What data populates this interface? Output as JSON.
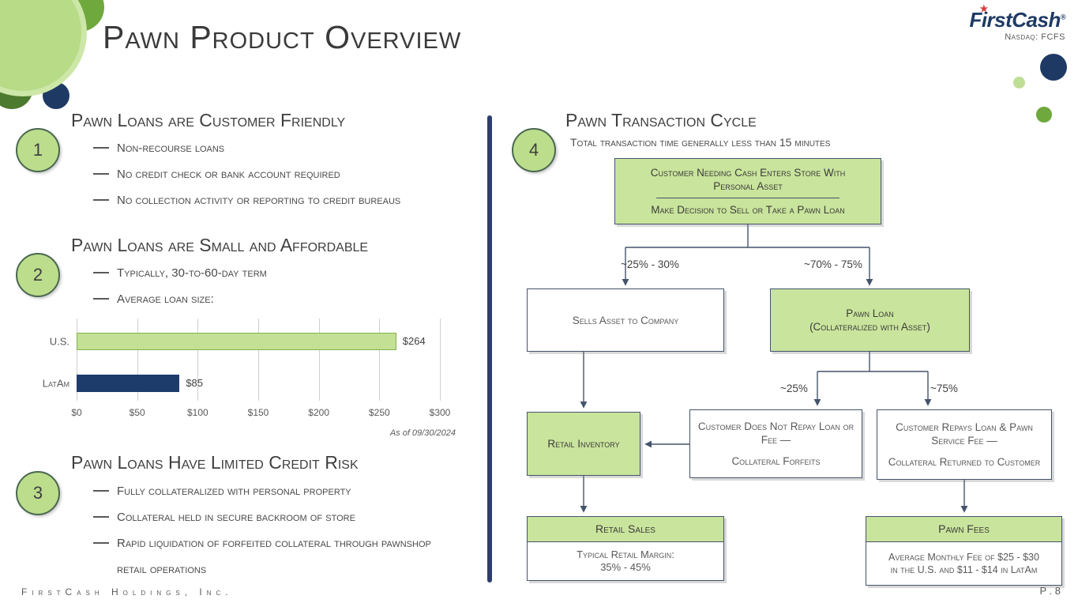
{
  "palette": {
    "light_green": "#c9e49c",
    "green_border": "#84b14e",
    "navy": "#1e3a64",
    "slate_outline": "#44546a",
    "text_dark": "#3f3f3f",
    "text_mid": "#595959",
    "logo_star_red": "#d93a3a"
  },
  "header": {
    "title": "Pawn Product Overview",
    "logo_text": "FirstCash",
    "logo_star": "★",
    "logo_reg": "®",
    "ticker": "Nasdaq: FCFS"
  },
  "footer": {
    "company": "FirstCash Holdings, Inc.",
    "page": "P . 8"
  },
  "sections": {
    "one": {
      "number": "1",
      "heading": "Pawn Loans are Customer Friendly",
      "bullets": [
        "Non-recourse loans",
        "No credit check or bank account required",
        "No collection activity or reporting to credit bureaus"
      ]
    },
    "two": {
      "number": "2",
      "heading": "Pawn Loans are Small and Affordable",
      "bullets": [
        "Typically, 30-to-60-day term",
        "Average loan size:"
      ]
    },
    "three": {
      "number": "3",
      "heading": "Pawn Loans Have Limited Credit Risk",
      "bullets": [
        "Fully collateralized with personal property",
        "Collateral held in secure backroom of store",
        "Rapid liquidation of forfeited collateral through pawnshop retail operations"
      ]
    }
  },
  "chart_data": {
    "type": "bar",
    "orientation": "horizontal",
    "title": "Average loan size",
    "categories": [
      "U.S.",
      "LatAm"
    ],
    "values": [
      264,
      85
    ],
    "value_labels": [
      "$264",
      "$85"
    ],
    "bar_colors": [
      "#c3e095",
      "#1d3c6b"
    ],
    "bar_borders": [
      "#84b14e",
      "#1d3c6b"
    ],
    "xlim": [
      0,
      300
    ],
    "x_ticks": [
      "$0",
      "$50",
      "$100",
      "$150",
      "$200",
      "$250",
      "$300"
    ],
    "grid": true,
    "note": "As of 09/30/2024"
  },
  "cycle": {
    "number": "4",
    "heading": "Pawn Transaction Cycle",
    "subheading": "Total transaction time generally less than 15 minutes",
    "top_box": {
      "line1": "Customer Needing Cash Enters Store With Personal Asset",
      "line2": "Make Decision to Sell or Take a Pawn Loan"
    },
    "branch_left_label": "~25% - 30%",
    "branch_right_label": "~70% - 75%",
    "sell_box": "Sells Asset to Company",
    "pawn_box": {
      "line1": "Pawn Loan",
      "line2": "(Collateralized with Asset)"
    },
    "sub_left_label": "~25%",
    "sub_right_label": "~75%",
    "no_repay_box": {
      "line1": "Customer Does Not Repay Loan or Fee —",
      "line2": "Collateral Forfeits"
    },
    "repay_box": {
      "line1": "Customer Repays Loan & Pawn Service Fee —",
      "line2": "Collateral Returned to Customer"
    },
    "retail_inventory_box": "Retail Inventory",
    "retail_sales_box": {
      "title": "Retail Sales",
      "line1": "Typical Retail Margin:",
      "line2": "35% - 45%"
    },
    "pawn_fees_box": {
      "title": "Pawn Fees",
      "line1": "Average Monthly Fee of $25 - $30",
      "line2": "in the U.S. and $11 - $14 in LatAm"
    }
  }
}
